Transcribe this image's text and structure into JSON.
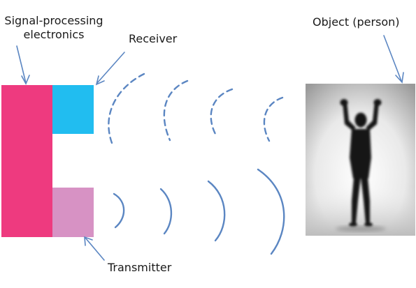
{
  "labels": {
    "signal_line1": "Signal-processing",
    "signal_line2": "electronics",
    "receiver": "Receiver",
    "transmitter": "Transmitter",
    "object": "Object (person)"
  },
  "colors": {
    "electronics_block": "#ee3a7f",
    "receiver_block": "#21bdf0",
    "transmitter_block": "#d792c4",
    "wave_stroke": "#5b86c2",
    "arrow_stroke": "#5b86c2",
    "text": "#1a1a1a"
  },
  "icons": {
    "object_figure": "person-arms-raised-silhouette-icon"
  }
}
